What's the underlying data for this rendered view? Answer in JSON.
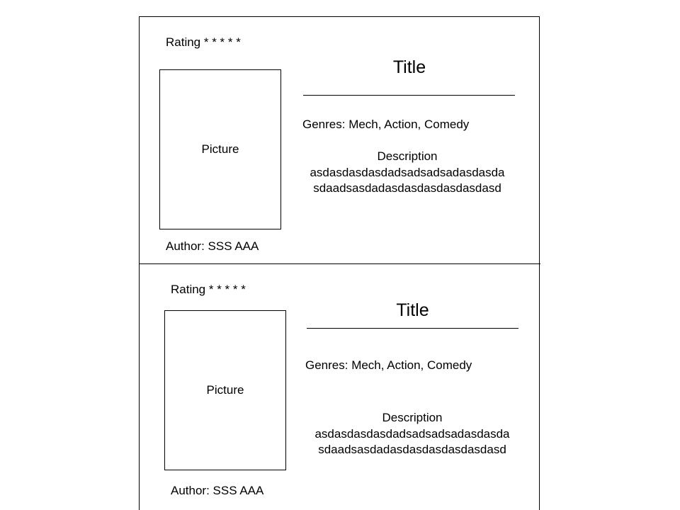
{
  "cards": [
    {
      "rating": "Rating * * * * *",
      "picture": "Picture",
      "author": "Author: SSS AAA",
      "title": "Title",
      "genres": "Genres: Mech, Action, Comedy",
      "description": {
        "heading": "Description",
        "lines": [
          "asdasdasdasdadsadsadsadasdasda",
          "sdaadsasdadasdasdasdasdasdasd"
        ]
      }
    },
    {
      "rating": "Rating * * * * *",
      "picture": "Picture",
      "author": "Author: SSS AAA",
      "title": "Title",
      "genres": "Genres: Mech, Action, Comedy",
      "description": {
        "heading": "Description",
        "lines": [
          "asdasdasdasdadsadsadsadasdasda",
          "sdaadsasdadasdasdasdasdasdasd"
        ]
      }
    }
  ]
}
